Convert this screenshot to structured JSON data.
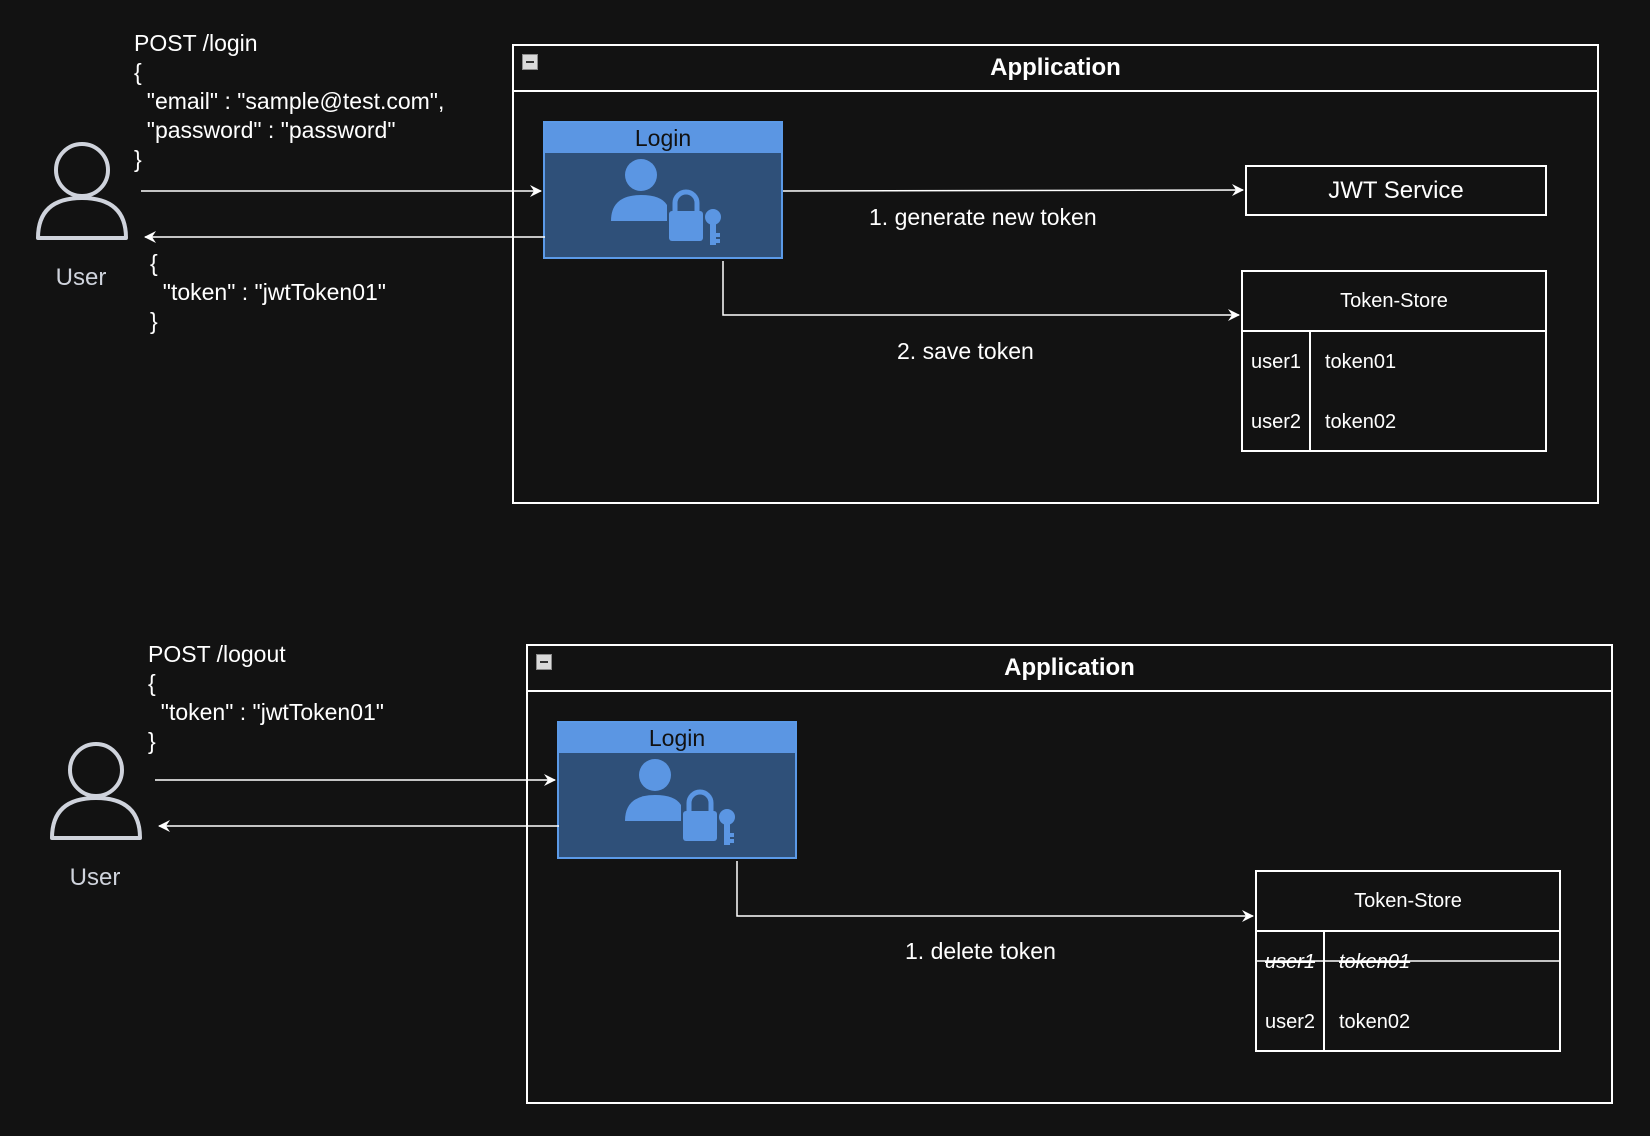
{
  "login_flow": {
    "request_text": "POST /login\n{\n  \"email\" : \"sample@test.com\",\n  \"password\" : \"password\"\n}",
    "response_text": "{\n  \"token\" : \"jwtToken01\"\n}",
    "user_label": "User",
    "app_title": "Application",
    "login_label": "Login",
    "jwt_service_label": "JWT Service",
    "edge_generate": "1. generate new token",
    "edge_save": "2. save token",
    "token_store": {
      "title": "Token-Store",
      "rows": [
        {
          "user": "user1",
          "token": "token01"
        },
        {
          "user": "user2",
          "token": "token02"
        }
      ]
    }
  },
  "logout_flow": {
    "request_text": "POST /logout\n{\n  \"token\" : \"jwtToken01\"\n}",
    "user_label": "User",
    "app_title": "Application",
    "login_label": "Login",
    "edge_delete": "1. delete token",
    "token_store": {
      "title": "Token-Store",
      "rows": [
        {
          "user": "user1",
          "token": "token01",
          "deleted": true
        },
        {
          "user": "user2",
          "token": "token02"
        }
      ]
    }
  },
  "colors": {
    "background": "#121212",
    "login_header": "#5b96e3",
    "login_body": "#2f5079",
    "icon_blue": "#5b96e3",
    "line": "#ffffff",
    "user_icon": "#cfd3dc"
  }
}
